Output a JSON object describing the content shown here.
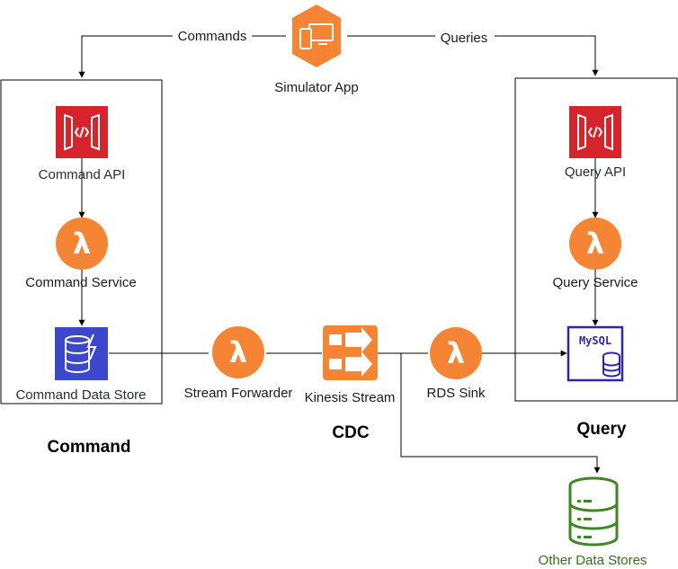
{
  "nodes": {
    "simulator_app": "Simulator App",
    "command_api": "Command API",
    "command_service": "Command Service",
    "command_data_store": "Command Data Store",
    "stream_forwarder": "Stream Forwarder",
    "kinesis_stream": "Kinesis Stream",
    "rds_sink": "RDS Sink",
    "query_api": "Query API",
    "query_service": "Query Service",
    "mysql_label": "MySQL",
    "other_data_stores": "Other Data Stores"
  },
  "edges": {
    "commands": "Commands",
    "queries": "Queries"
  },
  "sections": {
    "command": "Command",
    "cdc": "CDC",
    "query": "Query"
  },
  "icons": {
    "simulator_app": "desktop-mobile-icon",
    "api_gateway": "api-gateway-icon",
    "lambda": "lambda-icon",
    "dynamodb": "dynamodb-icon",
    "kinesis": "kinesis-icon",
    "mysql": "rds-mysql-icon",
    "database": "database-icon"
  },
  "colors": {
    "orange": "#f58534",
    "api_red": "#d6242d",
    "dynamodb_blue": "#3b48cc",
    "rds_blue": "#2e27ad",
    "db_green": "#3f8624"
  }
}
